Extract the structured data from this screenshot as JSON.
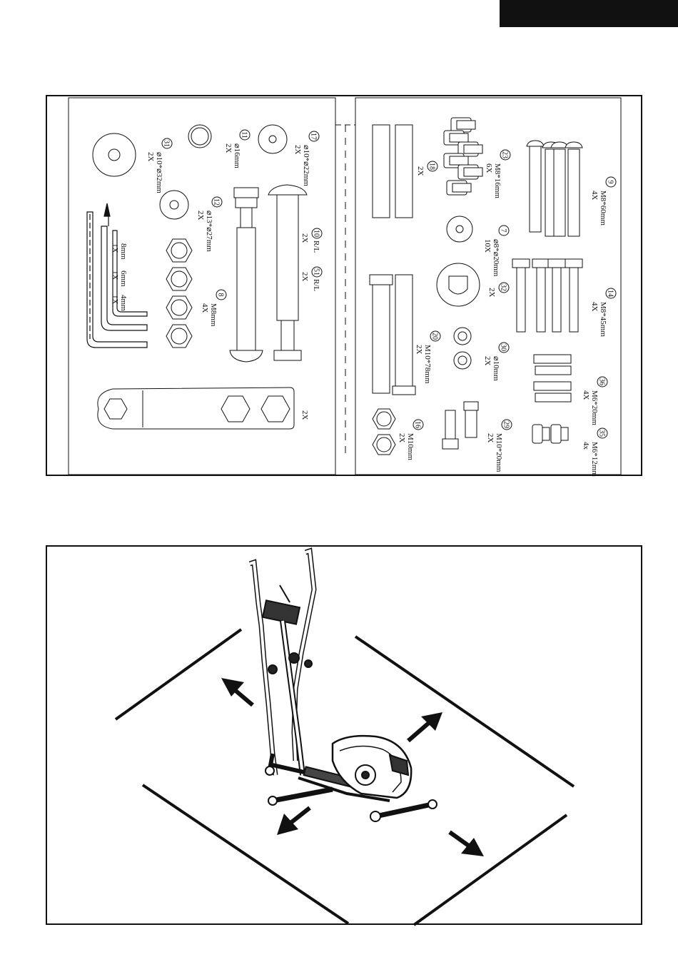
{
  "parts": [
    {
      "id": "part-31",
      "num": "31",
      "size": "⌀10*⌀32mm",
      "qty": "2X"
    },
    {
      "id": "part-11",
      "num": "11",
      "size": "⌀16mm",
      "qty": "2X"
    },
    {
      "id": "part-17",
      "num": "17",
      "size": "⌀10*⌀22mm",
      "qty": "2X"
    },
    {
      "id": "part-12",
      "num": "12",
      "size": "⌀13*⌀27mm",
      "qty": "2X"
    },
    {
      "id": "part-8",
      "num": "8",
      "size": "M8mm",
      "qty": "4X"
    },
    {
      "id": "part-10",
      "num": "10",
      "size": "R/L",
      "qty": "2X"
    },
    {
      "id": "part-51",
      "num": "51",
      "size": "R/L",
      "qty": "2X"
    },
    {
      "id": "part-18",
      "num": "18",
      "size": "",
      "qty": "2X"
    },
    {
      "id": "part-23",
      "num": "23",
      "size": "M8*16mm",
      "qty": "6X"
    },
    {
      "id": "part-9",
      "num": "9",
      "size": "M8*60mm",
      "qty": "4X"
    },
    {
      "id": "part-7",
      "num": "7",
      "size": "⌀8*⌀20mm",
      "qty": "10X"
    },
    {
      "id": "part-32",
      "num": "32",
      "size": "",
      "qty": "2X"
    },
    {
      "id": "part-14",
      "num": "14",
      "size": "M8*45mm",
      "qty": "4X"
    },
    {
      "id": "part-20",
      "num": "20",
      "size": "M10*78mm",
      "qty": "2X"
    },
    {
      "id": "part-30",
      "num": "30",
      "size": "⌀10mm",
      "qty": "2X"
    },
    {
      "id": "part-36",
      "num": "36",
      "size": "M6*20mm",
      "qty": "4X"
    },
    {
      "id": "part-16",
      "num": "16",
      "size": "M10mm",
      "qty": "2X"
    },
    {
      "id": "part-29",
      "num": "29",
      "size": "M10*20mm",
      "qty": "2X"
    },
    {
      "id": "part-35",
      "num": "35",
      "size": "M6*12mm",
      "qty": "4x"
    }
  ],
  "allen_keys": [
    {
      "size": "8mm",
      "qty": "1X"
    },
    {
      "size": "6mm",
      "qty": "1X"
    },
    {
      "size": "4mm",
      "qty": "1X"
    }
  ],
  "wrench": {
    "qty": "2X"
  }
}
